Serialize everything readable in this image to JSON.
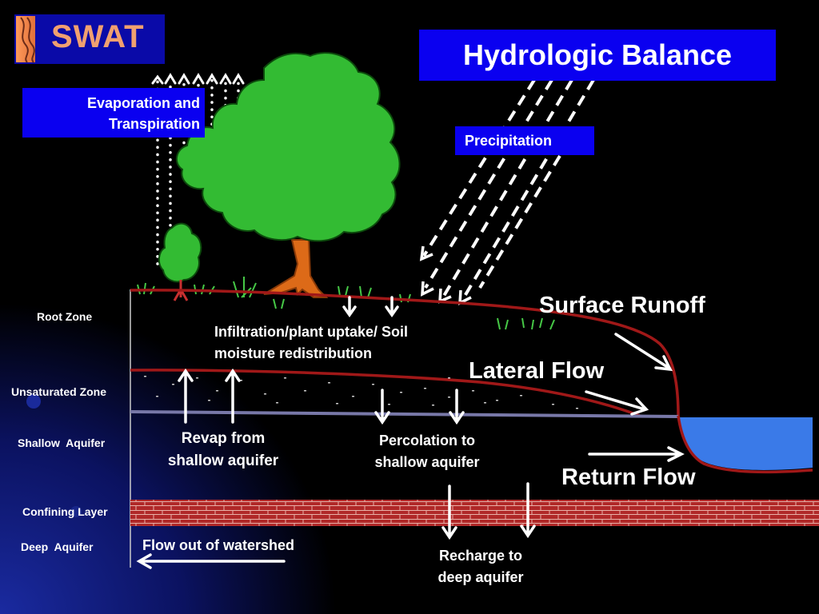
{
  "logo": {
    "text": "SWAT"
  },
  "title": "Hydrologic Balance",
  "labels": {
    "evaporation": "Evaporation and Transpiration",
    "precipitation": "Precipitation",
    "surface_runoff": "Surface Runoff",
    "lateral_flow": "Lateral Flow",
    "return_flow": "Return Flow",
    "infiltration": "Infiltration/plant uptake/ Soil moisture redistribution",
    "revap": "Revap from shallow aquifer",
    "percolation": "Percolation to shallow aquifer",
    "recharge": "Recharge to deep aquifer",
    "flow_out": "Flow out of watershed"
  },
  "layers": {
    "root_zone": "Root Zone",
    "unsaturated_zone": "Unsaturated Zone",
    "shallow_aquifer": "Shallow  Aquifer",
    "confining_layer": "Confining Layer",
    "deep_aquifer": "Deep  Aquifer"
  },
  "colors": {
    "background": "#000000",
    "label_box": "#0a00f0",
    "logo_box": "#0a0aa8",
    "logo_text": "#f0a070",
    "ground_line": "#a01818",
    "water_table": "#7878a8",
    "stream": "#3a7ae8",
    "confining_brick": "#b02828",
    "tree_canopy": "#33bb33",
    "tree_trunk": "#dd6a18"
  }
}
